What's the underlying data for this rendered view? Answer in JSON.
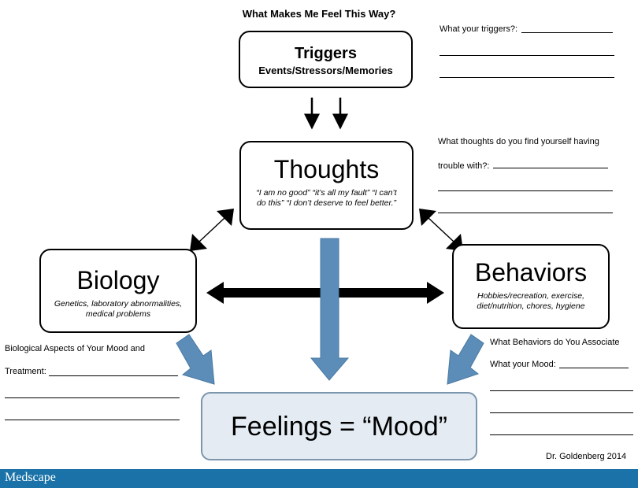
{
  "title": "What Makes Me Feel This Way?",
  "nodes": {
    "triggers": {
      "name": "Triggers",
      "sub": "Events/Stressors/Memories"
    },
    "thoughts": {
      "name": "Thoughts",
      "sub": "“I am no good”  “it’s all my fault” “I can’t do this” “I don’t deserve to feel better.”"
    },
    "biology": {
      "name": "Biology",
      "sub": "Genetics, laboratory abnormalities, medical problems"
    },
    "behaviors": {
      "name": "Behaviors",
      "sub": "Hobbies/recreation, exercise, diet/nutrition, chores, hygiene"
    },
    "feelings": {
      "name": "Feelings = “Mood”"
    }
  },
  "prompts": {
    "triggers": "What your triggers?:",
    "thoughts_line1": "What thoughts do you find yourself having",
    "thoughts_line2": "trouble with?:",
    "biology_line1": "Biological Aspects of Your Mood and",
    "biology_line2": "Treatment:",
    "behaviors_line1": "What Behaviors do You Associate",
    "behaviors_line2": "What your Mood:"
  },
  "credit": "Dr. Goldenberg 2014",
  "footer_logo": "Medscape",
  "colors": {
    "arrow_blue": "#5b8db8",
    "footer": "#1a72a8",
    "feelings_fill": "#e4ebf2"
  }
}
